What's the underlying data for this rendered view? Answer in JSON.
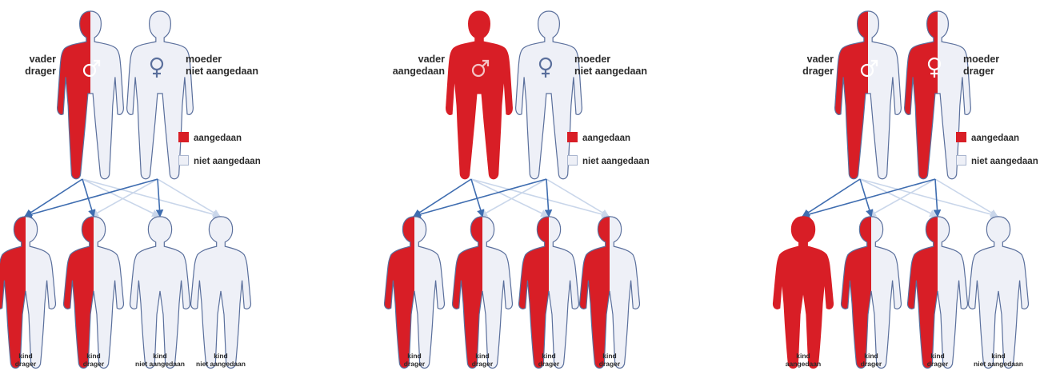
{
  "colors": {
    "affected": "#d81e26",
    "unaffected": "#eef0f7",
    "outline": "#5a6f9c",
    "arrow_strong": "#3f6db0",
    "arrow_faint": "#c9d6ea"
  },
  "panels": [
    {
      "father": {
        "title": "vader",
        "status": "drager",
        "fill": "half",
        "symbol": "male"
      },
      "mother": {
        "title": "moeder",
        "status": "niet aangedaan",
        "fill": "none",
        "symbol": "female"
      },
      "legend": {
        "affected": "aangedaan",
        "unaffected": "niet aangedaan"
      },
      "children": [
        {
          "title": "kind",
          "status": "drager",
          "fill": "half"
        },
        {
          "title": "kind",
          "status": "drager",
          "fill": "half"
        },
        {
          "title": "kind",
          "status": "niet aangedaan",
          "fill": "none"
        },
        {
          "title": "kind",
          "status": "niet aangedaan",
          "fill": "none"
        }
      ]
    },
    {
      "father": {
        "title": "vader",
        "status": "aangedaan",
        "fill": "full",
        "symbol": "male"
      },
      "mother": {
        "title": "moeder",
        "status": "niet aangedaan",
        "fill": "none",
        "symbol": "female"
      },
      "legend": {
        "affected": "aangedaan",
        "unaffected": "niet aangedaan"
      },
      "children": [
        {
          "title": "kind",
          "status": "drager",
          "fill": "half"
        },
        {
          "title": "kind",
          "status": "drager",
          "fill": "half"
        },
        {
          "title": "kind",
          "status": "drager",
          "fill": "half"
        },
        {
          "title": "kind",
          "status": "drager",
          "fill": "half"
        }
      ]
    },
    {
      "father": {
        "title": "vader",
        "status": "drager",
        "fill": "half",
        "symbol": "male"
      },
      "mother": {
        "title": "moeder",
        "status": "drager",
        "fill": "half",
        "symbol": "female"
      },
      "legend": {
        "affected": "aangedaan",
        "unaffected": "niet aangedaan"
      },
      "children": [
        {
          "title": "kind",
          "status": "aangedaan",
          "fill": "full"
        },
        {
          "title": "kind",
          "status": "drager",
          "fill": "half"
        },
        {
          "title": "kind",
          "status": "drager",
          "fill": "half"
        },
        {
          "title": "kind",
          "status": "niet aangedaan",
          "fill": "none"
        }
      ]
    }
  ]
}
